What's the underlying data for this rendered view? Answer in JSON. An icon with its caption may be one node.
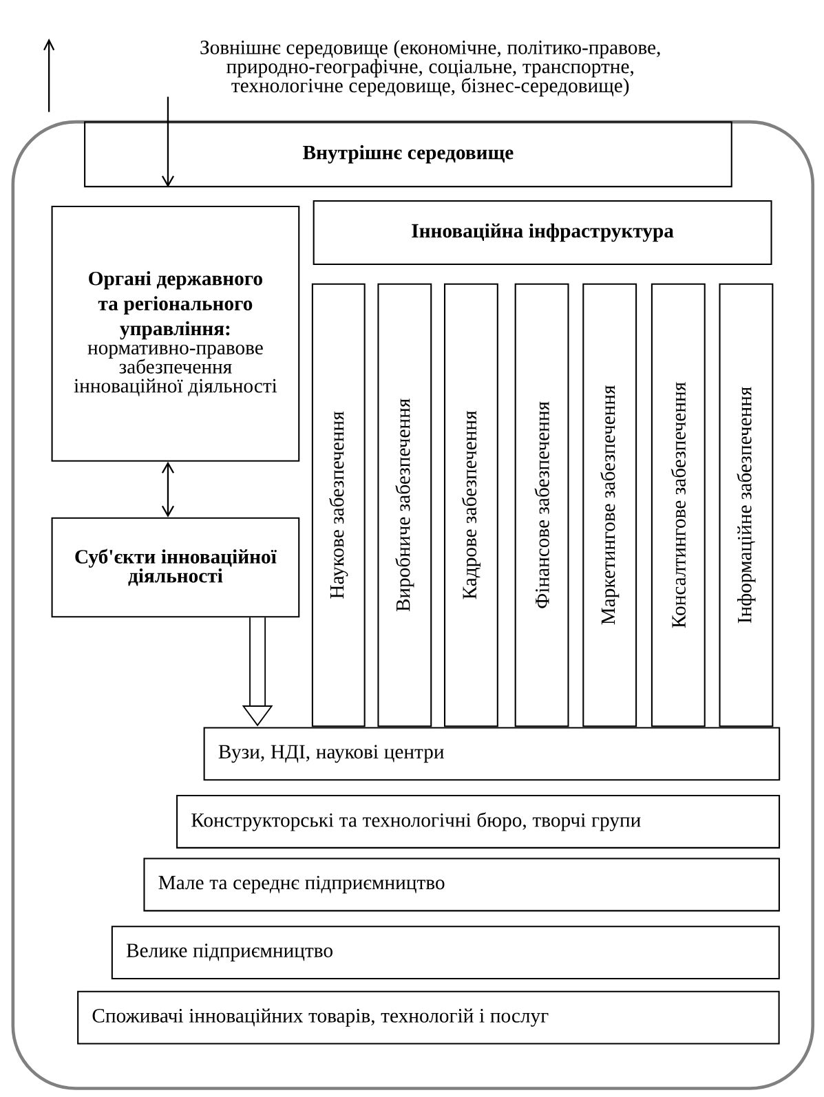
{
  "diagram": {
    "nodes": [
      {
        "text": [
          "Зовнішнє середовище (економічне, політико-правове, природно-географічне, соціальне, транспортне, технологічне середовище, бізнес-середовище)"
        ]
      },
      {
        "text": [],
        "shape": "box"
      },
      {
        "text": [
          "Внутрішнє середовище"
        ],
        "in": 1
      },
      {
        "text": [
          "Органі державного та регіонального управління:",
          "нормативно-правове забезпечення інноваційної діяльності"
        ],
        "in": 1
      },
      {
        "text": [
          "Суб'єкти інноваційної діяльності"
        ],
        "in": 1
      },
      {
        "text": [
          "Інноваційна інфраструктура"
        ],
        "in": 1
      },
      {
        "text": [
          "Наукове забезпечення"
        ],
        "in": 1
      },
      {
        "text": [
          "Виробниче забезпечення"
        ],
        "in": 1
      },
      {
        "text": [
          "Кадрове забезпечення"
        ],
        "in": 1
      },
      {
        "text": [
          "Фінансове забезпечення"
        ],
        "in": 1
      },
      {
        "text": [
          "Маркетингове забезпечення"
        ],
        "in": 1
      },
      {
        "text": [
          "Консалтингове забезпечення"
        ],
        "in": 1
      },
      {
        "text": [
          "Інформаційне забезпечення"
        ],
        "in": 1
      },
      {
        "text": [
          "Вузи, НДІ, наукові центри"
        ],
        "in": 1
      },
      {
        "text": [
          "Конструкторські та технологічні бюро, творчі групи"
        ],
        "in": 1
      },
      {
        "text": [
          "Мале та середнє підприємництво"
        ],
        "in": 1
      },
      {
        "text": [
          "Велике підприємництво"
        ],
        "in": 1
      },
      {
        "text": [
          "Споживачі інноваційних товарів, технологій і послуг"
        ],
        "in": 1
      }
    ],
    "edges": [
      {
        "from": 0,
        "to": 2,
        "arrow": "to"
      },
      {
        "from": 3,
        "to": 4,
        "arrow": "both"
      },
      {
        "from": 4,
        "to": 13,
        "arrow": "to",
        "style": "thick"
      }
    ]
  }
}
